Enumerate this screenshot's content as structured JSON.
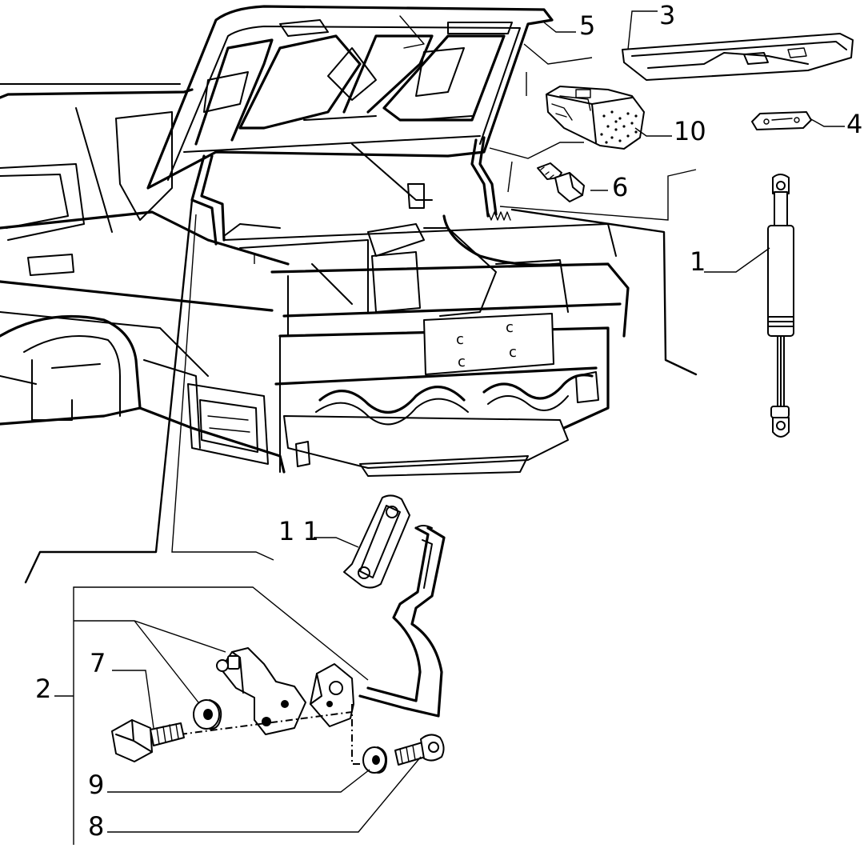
{
  "callouts": {
    "c1": "1",
    "c2": "2",
    "c3": "3",
    "c4": "4",
    "c5": "5",
    "c6": "6",
    "c7": "7",
    "c8": "8",
    "c9": "9",
    "c10": "10",
    "c11": "1 1"
  }
}
